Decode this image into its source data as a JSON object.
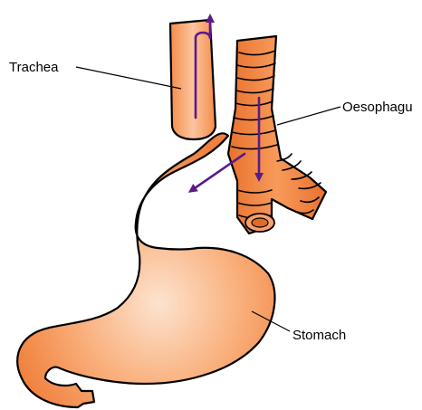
{
  "labels": {
    "trachea": "Trachea",
    "oesophagus": "Oesophagu",
    "stomach": "Stomach"
  },
  "colors": {
    "tissue": "#f58c4a",
    "tissue_light": "#fcd2b2",
    "tissue_dark": "#e06c26",
    "arrow": "#5a1a8a",
    "outline": "#000000"
  }
}
